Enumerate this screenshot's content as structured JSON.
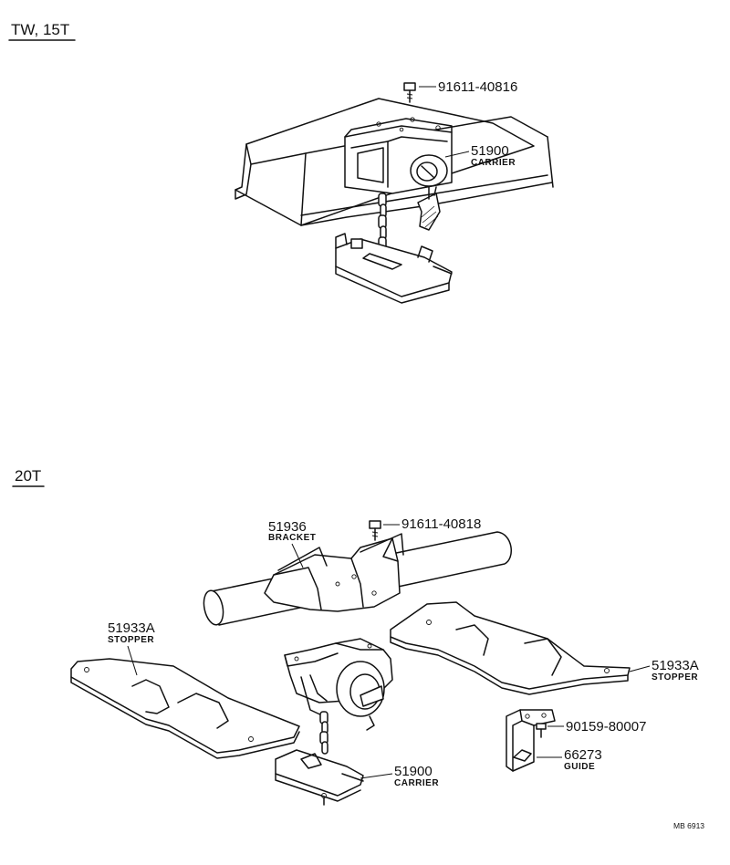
{
  "sections": {
    "top": {
      "title": "TW, 15T"
    },
    "bottom": {
      "title": "20T"
    }
  },
  "parts": {
    "top_bolt": {
      "number": "91611-40816"
    },
    "top_carrier": {
      "number": "51900",
      "name": "CARRIER"
    },
    "bracket": {
      "number": "51936",
      "name": "BRACKET"
    },
    "bottom_bolt": {
      "number": "91611-40818"
    },
    "stopper_left": {
      "number": "51933A",
      "name": "STOPPER"
    },
    "stopper_right": {
      "number": "51933A",
      "name": "STOPPER"
    },
    "screw": {
      "number": "90159-80007"
    },
    "guide": {
      "number": "66273",
      "name": "GUIDE"
    },
    "bottom_carrier": {
      "number": "51900",
      "name": "CARRIER"
    }
  },
  "reference": "MB 6913"
}
